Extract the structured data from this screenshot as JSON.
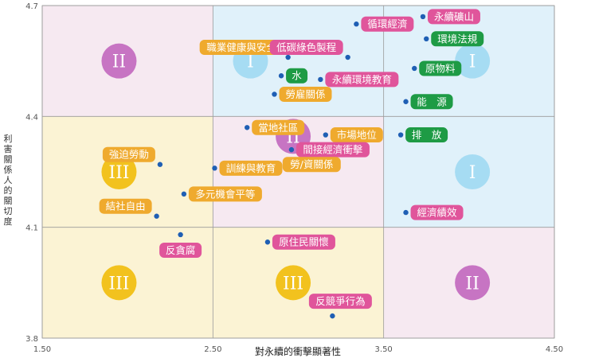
{
  "chart_data": {
    "type": "scatter",
    "title": "",
    "xlabel": "對永續的衝擊顯著性",
    "ylabel": "利害關係人的關切度",
    "xlim": [
      1.5,
      4.5
    ],
    "ylim": [
      3.8,
      4.7
    ],
    "x_ticks": [
      "1.50",
      "2.50",
      "3.50",
      "4.50"
    ],
    "y_ticks": [
      "3.8",
      "4.1",
      "4.4",
      "4.7"
    ],
    "grid": true,
    "quadrants": [
      {
        "x": [
          1.5,
          2.5
        ],
        "y": [
          4.4,
          4.7
        ],
        "numeral": "II",
        "fill": "#f6e9f1",
        "badge": "#c774c3"
      },
      {
        "x": [
          2.5,
          3.5
        ],
        "y": [
          4.4,
          4.7
        ],
        "numeral": "I",
        "fill": "#e0f1fa",
        "badge": "#a6dcf3"
      },
      {
        "x": [
          3.5,
          4.5
        ],
        "y": [
          4.4,
          4.7
        ],
        "numeral": "I",
        "fill": "#e0f1fa",
        "badge": "#a6dcf3"
      },
      {
        "x": [
          1.5,
          2.5
        ],
        "y": [
          4.1,
          4.4
        ],
        "numeral": "III",
        "fill": "#fbf3d4",
        "badge": "#f2c21e"
      },
      {
        "x": [
          2.5,
          3.5
        ],
        "y": [
          4.1,
          4.4
        ],
        "numeral": "II",
        "fill": "#f6e9f1",
        "badge": "#c774c3"
      },
      {
        "x": [
          3.5,
          4.5
        ],
        "y": [
          4.1,
          4.4
        ],
        "numeral": "I",
        "fill": "#e0f1fa",
        "badge": "#a6dcf3"
      },
      {
        "x": [
          1.5,
          2.5
        ],
        "y": [
          3.8,
          4.1
        ],
        "numeral": "III",
        "fill": "#fbf3d4",
        "badge": "#f2c21e"
      },
      {
        "x": [
          2.5,
          3.5
        ],
        "y": [
          3.8,
          4.1
        ],
        "numeral": "III",
        "fill": "#fbf3d4",
        "badge": "#f2c21e"
      },
      {
        "x": [
          3.5,
          4.5
        ],
        "y": [
          3.8,
          4.1
        ],
        "numeral": "II",
        "fill": "#f6e9f1",
        "badge": "#c774c3"
      }
    ],
    "points": [
      {
        "label": "循環經濟",
        "x": 3.34,
        "y": 4.65,
        "color": "#e0559b",
        "label_side": "right"
      },
      {
        "label": "永續礦山",
        "x": 3.73,
        "y": 4.67,
        "color": "#e0559b",
        "label_side": "right"
      },
      {
        "label": "環境法規",
        "x": 3.75,
        "y": 4.61,
        "color": "#1e9b45",
        "label_side": "right"
      },
      {
        "label": "職業健康與安全",
        "x": 2.94,
        "y": 4.56,
        "color": "#efaa2e",
        "label_side": "left"
      },
      {
        "label": "低碳綠色製程",
        "x": 3.29,
        "y": 4.56,
        "color": "#e0559b",
        "label_side": "left"
      },
      {
        "label": "原物料",
        "x": 3.68,
        "y": 4.53,
        "color": "#1e9b45",
        "label_side": "right"
      },
      {
        "label": "水",
        "x": 2.9,
        "y": 4.51,
        "color": "#1e9b45",
        "label_side": "right"
      },
      {
        "label": "永續環境教育",
        "x": 3.13,
        "y": 4.5,
        "color": "#e0559b",
        "label_side": "right"
      },
      {
        "label": "勞雇關係",
        "x": 2.86,
        "y": 4.46,
        "color": "#efaa2e",
        "label_side": "right"
      },
      {
        "label": "能　源",
        "x": 3.63,
        "y": 4.44,
        "color": "#1e9b45",
        "label_side": "right"
      },
      {
        "label": "當地社區",
        "x": 2.7,
        "y": 4.37,
        "color": "#efaa2e",
        "label_side": "right"
      },
      {
        "label": "市場地位",
        "x": 3.16,
        "y": 4.35,
        "color": "#efaa2e",
        "label_side": "right"
      },
      {
        "label": "排　放",
        "x": 3.6,
        "y": 4.35,
        "color": "#1e9b45",
        "label_side": "right"
      },
      {
        "label": "強迫勞動",
        "x": 2.19,
        "y": 4.27,
        "color": "#efaa2e",
        "label_side": "left"
      },
      {
        "label": "間接經濟衝擊",
        "x": 2.96,
        "y": 4.31,
        "color": "#e0559b",
        "label_side": "right"
      },
      {
        "label": "勞/資關係",
        "x": 2.88,
        "y": 4.27,
        "color": "#efaa2e",
        "label_side": "right"
      },
      {
        "label": "訓練與教育",
        "x": 2.51,
        "y": 4.26,
        "color": "#efaa2e",
        "label_side": "right"
      },
      {
        "label": "多元機會平等",
        "x": 2.33,
        "y": 4.19,
        "color": "#efaa2e",
        "label_side": "right"
      },
      {
        "label": "結社自由",
        "x": 2.17,
        "y": 4.13,
        "color": "#efaa2e",
        "label_side": "left"
      },
      {
        "label": "經濟績效",
        "x": 3.63,
        "y": 4.14,
        "color": "#e0559b",
        "label_side": "right"
      },
      {
        "label": "反貪腐",
        "x": 2.31,
        "y": 4.08,
        "color": "#e0559b",
        "label_side": "below"
      },
      {
        "label": "原住民關懷",
        "x": 2.82,
        "y": 4.06,
        "color": "#e0559b",
        "label_side": "right"
      },
      {
        "label": "反競爭行為",
        "x": 3.2,
        "y": 3.86,
        "color": "#e0559b",
        "label_side": "above"
      }
    ]
  }
}
